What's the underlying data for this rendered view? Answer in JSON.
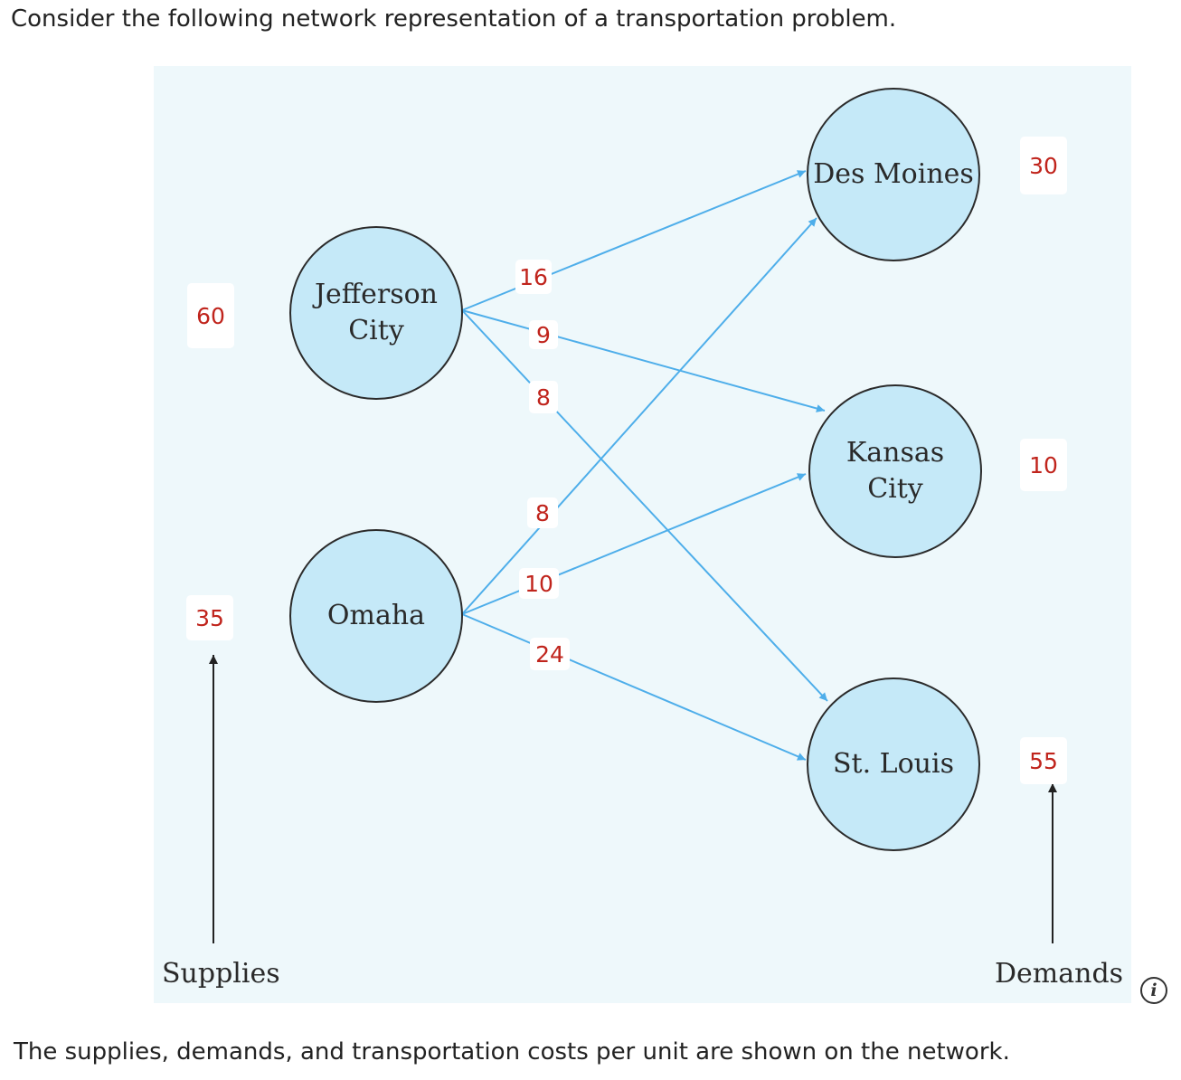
{
  "question": {
    "intro": "Consider the following network representation of a transportation problem.",
    "outro": "The supplies, demands, and transportation costs per unit are shown on the network."
  },
  "network": {
    "origins": [
      {
        "id": "jefferson",
        "name": "Jefferson\nCity",
        "supply": "60"
      },
      {
        "id": "omaha",
        "name": "Omaha",
        "supply": "35"
      }
    ],
    "destinations": [
      {
        "id": "desmoines",
        "name": "Des Moines",
        "demand": "30"
      },
      {
        "id": "kansas",
        "name": "Kansas\nCity",
        "demand": "10"
      },
      {
        "id": "stlouis",
        "name": "St. Louis",
        "demand": "55"
      }
    ],
    "arcs": [
      {
        "from": "jefferson",
        "to": "desmoines",
        "cost": "16"
      },
      {
        "from": "jefferson",
        "to": "kansas",
        "cost": "9"
      },
      {
        "from": "jefferson",
        "to": "stlouis",
        "cost": "8"
      },
      {
        "from": "omaha",
        "to": "desmoines",
        "cost": "8"
      },
      {
        "from": "omaha",
        "to": "kansas",
        "cost": "10"
      },
      {
        "from": "omaha",
        "to": "stlouis",
        "cost": "24"
      }
    ],
    "supplies_label": "Supplies",
    "demands_label": "Demands"
  },
  "colors": {
    "arc": "#4eaeea",
    "node_fill": "#c5e9f8",
    "value_text": "#c0241c",
    "figure_background": "#eef8fb"
  },
  "icons": {
    "info": "i"
  }
}
